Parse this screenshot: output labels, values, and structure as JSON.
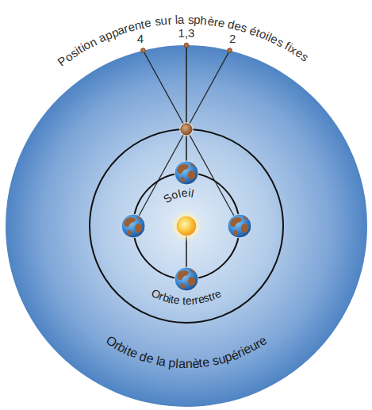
{
  "diagram": {
    "labels": [
      "Position apparente sur la sphère des étoiles fixes",
      "4",
      "1,3",
      "2",
      "Soleil",
      "Orbite terrestre",
      "Orbite de la planète supérieure"
    ]
  }
}
